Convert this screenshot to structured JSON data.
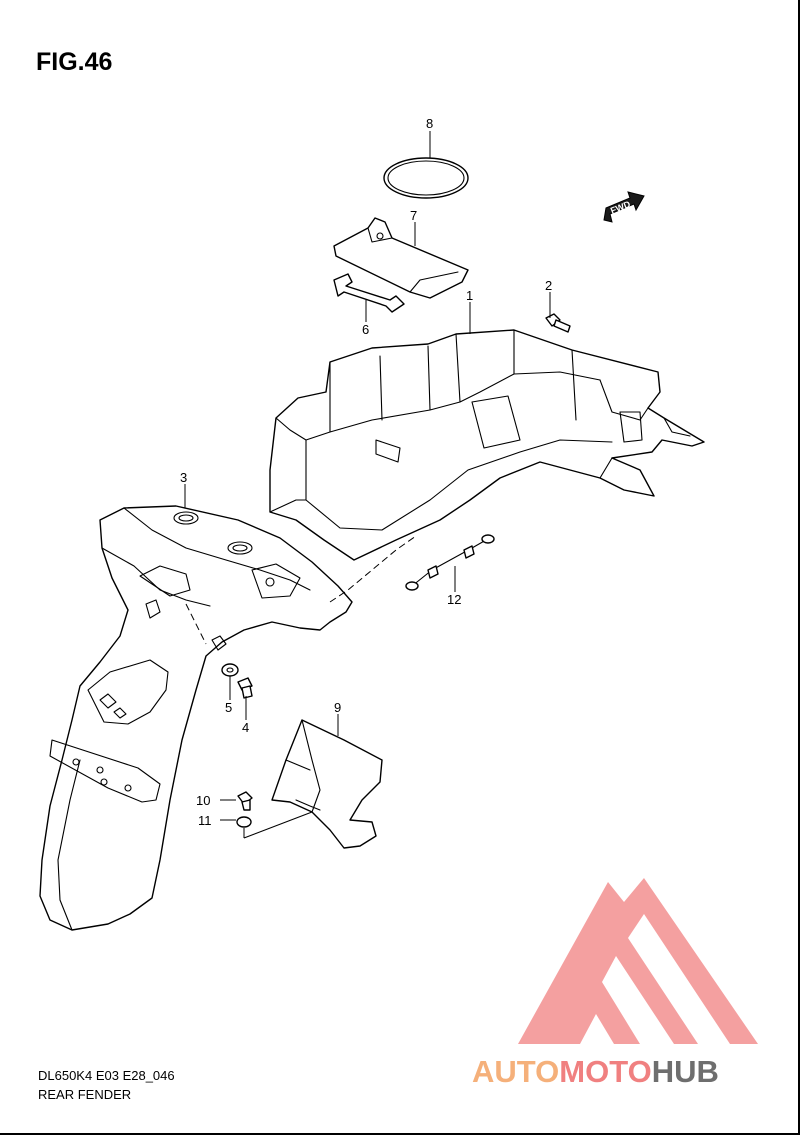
{
  "figure": {
    "title": "FIG.46"
  },
  "fwd_label": "FWD",
  "callouts": [
    {
      "id": "1",
      "label": "1"
    },
    {
      "id": "2",
      "label": "2"
    },
    {
      "id": "3",
      "label": "3"
    },
    {
      "id": "4",
      "label": "4"
    },
    {
      "id": "5",
      "label": "5"
    },
    {
      "id": "6",
      "label": "6"
    },
    {
      "id": "7",
      "label": "7"
    },
    {
      "id": "8",
      "label": "8"
    },
    {
      "id": "9",
      "label": "9"
    },
    {
      "id": "10",
      "label": "10"
    },
    {
      "id": "11",
      "label": "11"
    },
    {
      "id": "12",
      "label": "12"
    }
  ],
  "footer": {
    "code": "DL650K4 E03 E28_046",
    "name": "REAR FENDER"
  },
  "watermark": {
    "part1": "AUTO",
    "part2": "MOTO",
    "part3": "HUB",
    "colors": {
      "triangle": "#f08080",
      "auto": "#f5b07a",
      "moto": "#f08080",
      "hub": "#6e6e6e"
    }
  }
}
